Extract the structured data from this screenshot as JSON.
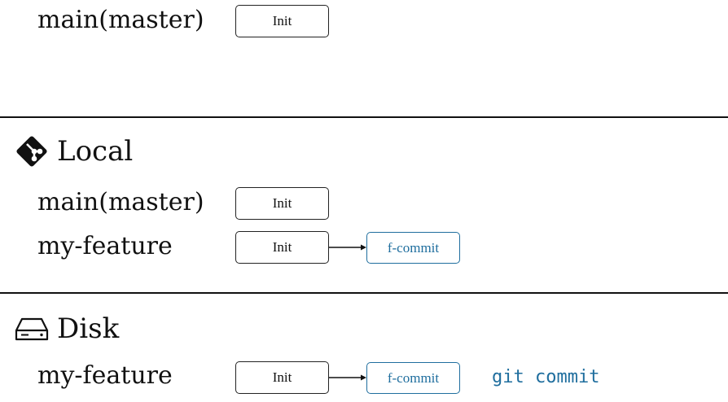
{
  "top": {
    "branch_main": "main(master)",
    "commit_init": "Init"
  },
  "local": {
    "title": "Local",
    "icon": "git-icon",
    "branch_main": "main(master)",
    "branch_feature": "my-feature",
    "commit_init": "Init",
    "commit_feature": "f-commit"
  },
  "disk": {
    "title": "Disk",
    "icon": "hard-drive-icon",
    "branch_feature": "my-feature",
    "commit_init": "Init",
    "commit_feature": "f-commit",
    "command": "git commit"
  },
  "colors": {
    "accent": "#1f6e9e",
    "text": "#111111"
  }
}
